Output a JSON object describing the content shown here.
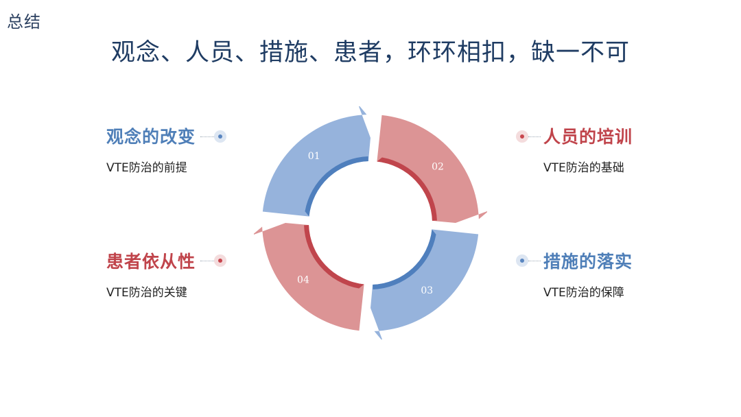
{
  "corner_title": "总结",
  "main_title": "观念、人员、措施、患者，环环相扣，缺一不可",
  "segments": [
    {
      "number": "01",
      "title": "观念的改变",
      "subtitle": "VTE防治的前提",
      "color": "blue"
    },
    {
      "number": "02",
      "title": "人员的培训",
      "subtitle": "VTE防治的基础",
      "color": "red"
    },
    {
      "number": "03",
      "title": "措施的落实",
      "subtitle": "VTE防治的保障",
      "color": "blue"
    },
    {
      "number": "04",
      "title": "患者依从性",
      "subtitle": "VTE防治的关键",
      "color": "red"
    }
  ],
  "colors": {
    "blue_fill": "#96b3dc",
    "blue_edge": "#4f7fbd",
    "red_fill": "#dc9495",
    "red_edge": "#c0454c",
    "title": "#1f3c63"
  }
}
